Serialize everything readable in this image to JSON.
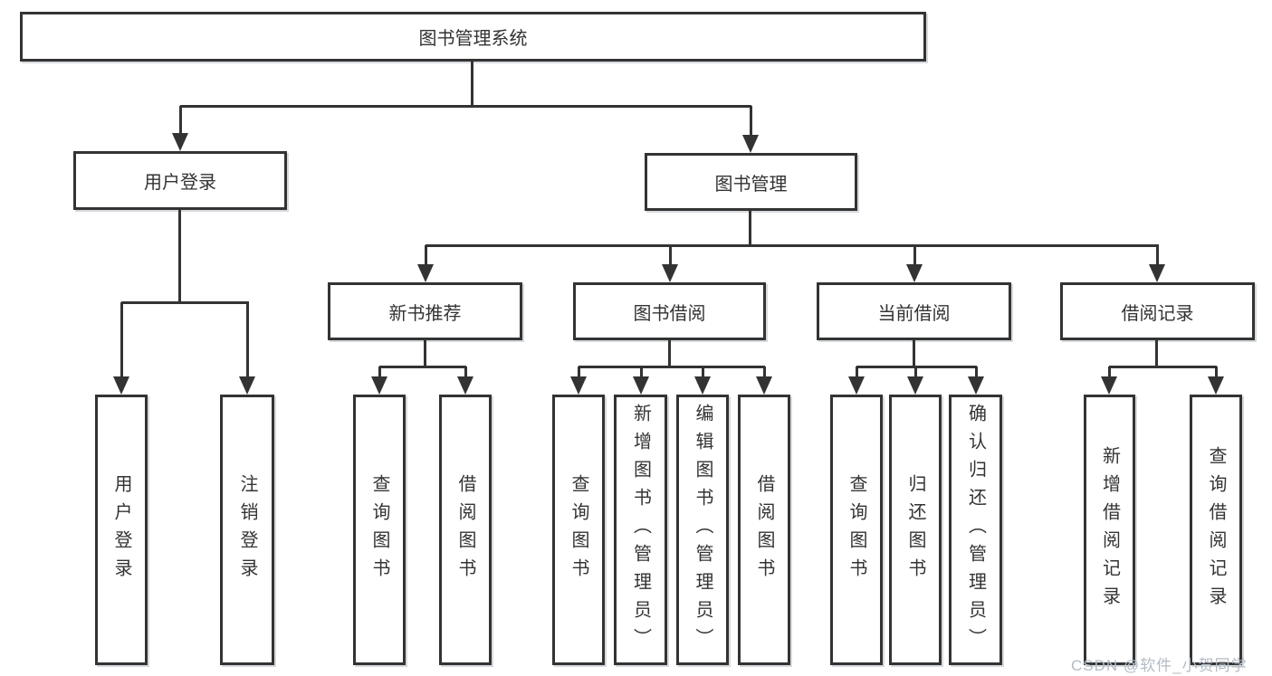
{
  "diagram": {
    "root": "图书管理系统",
    "branches": [
      {
        "label": "用户登录",
        "children": [
          "用户登录",
          "注销登录"
        ]
      },
      {
        "label": "图书管理",
        "children": [
          {
            "label": "新书推荐",
            "children": [
              "查询图书",
              "借阅图书"
            ]
          },
          {
            "label": "图书借阅",
            "children": [
              "查询图书",
              "新增图书（管理员）",
              "编辑图书（管理员）",
              "借阅图书"
            ]
          },
          {
            "label": "当前借阅",
            "children": [
              "查询图书",
              "归还图书",
              "确认归还（管理员）"
            ]
          },
          {
            "label": "借阅记录",
            "children": [
              "新增借阅记录",
              "查询借阅记录"
            ]
          }
        ]
      }
    ]
  },
  "watermark": "CSDN @软件_小贺同学",
  "colors": {
    "line": "#333333",
    "text": "#333333",
    "watermark": "#b3bcc5",
    "background": "#ffffff"
  }
}
